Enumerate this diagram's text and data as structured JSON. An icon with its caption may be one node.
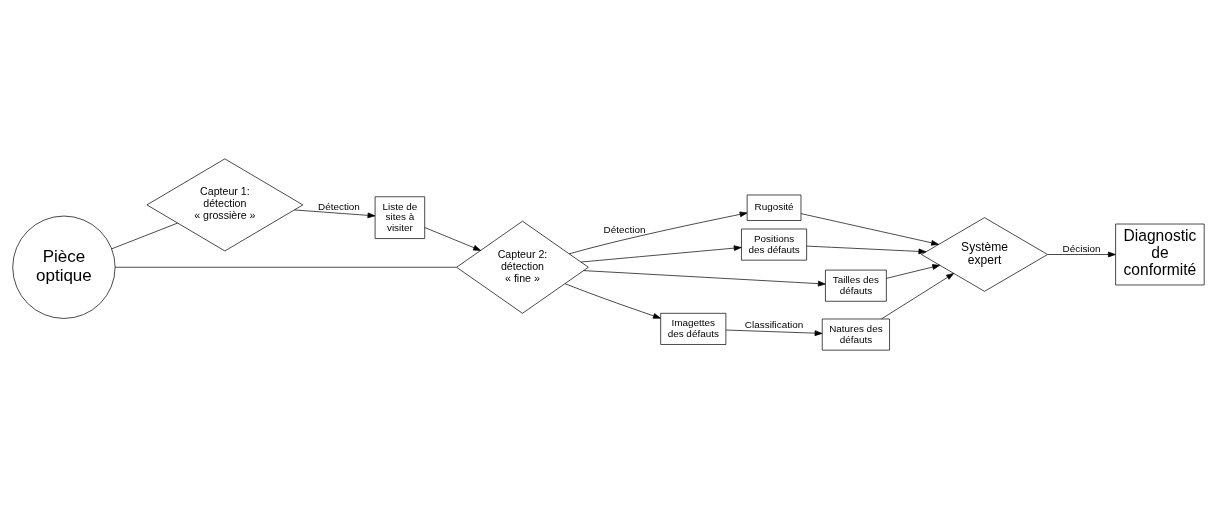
{
  "diagram": {
    "nodes": [
      {
        "text": [
          "Pièce optique"
        ]
      },
      {
        "text": [
          "Capteur 1: détection « grossière »"
        ]
      },
      {
        "text": [
          "Liste de sites à visiter"
        ]
      },
      {
        "text": [
          "Capteur 2: détection « fine »"
        ]
      },
      {
        "text": [
          "Rugosité"
        ]
      },
      {
        "text": [
          "Positions des défauts"
        ]
      },
      {
        "text": [
          "Tailles des défauts"
        ]
      },
      {
        "text": [
          "Imagettes des défauts"
        ]
      },
      {
        "text": [
          "Natures des défauts"
        ]
      },
      {
        "text": [
          "Système expert"
        ]
      },
      {
        "text": [
          "Diagnostic de conformité"
        ]
      }
    ],
    "edges": [
      {
        "from": 0,
        "to": 1,
        "arrow": "none"
      },
      {
        "from": 0,
        "to": 3,
        "arrow": "none"
      },
      {
        "from": 1,
        "to": 2,
        "arrow": "to",
        "label": "Détection"
      },
      {
        "from": 2,
        "to": 3,
        "arrow": "to"
      },
      {
        "from": 3,
        "to": 4,
        "arrow": "to",
        "label": "Détection"
      },
      {
        "from": 3,
        "to": 5,
        "arrow": "to"
      },
      {
        "from": 3,
        "to": 6,
        "arrow": "to"
      },
      {
        "from": 3,
        "to": 7,
        "arrow": "to"
      },
      {
        "from": 4,
        "to": 9,
        "arrow": "to"
      },
      {
        "from": 5,
        "to": 9,
        "arrow": "to"
      },
      {
        "from": 6,
        "to": 9,
        "arrow": "to"
      },
      {
        "from": 7,
        "to": 8,
        "arrow": "to",
        "label": "Classification"
      },
      {
        "from": 8,
        "to": 9,
        "arrow": "to"
      },
      {
        "from": 9,
        "to": 10,
        "arrow": "to",
        "label": "Décision"
      }
    ]
  }
}
